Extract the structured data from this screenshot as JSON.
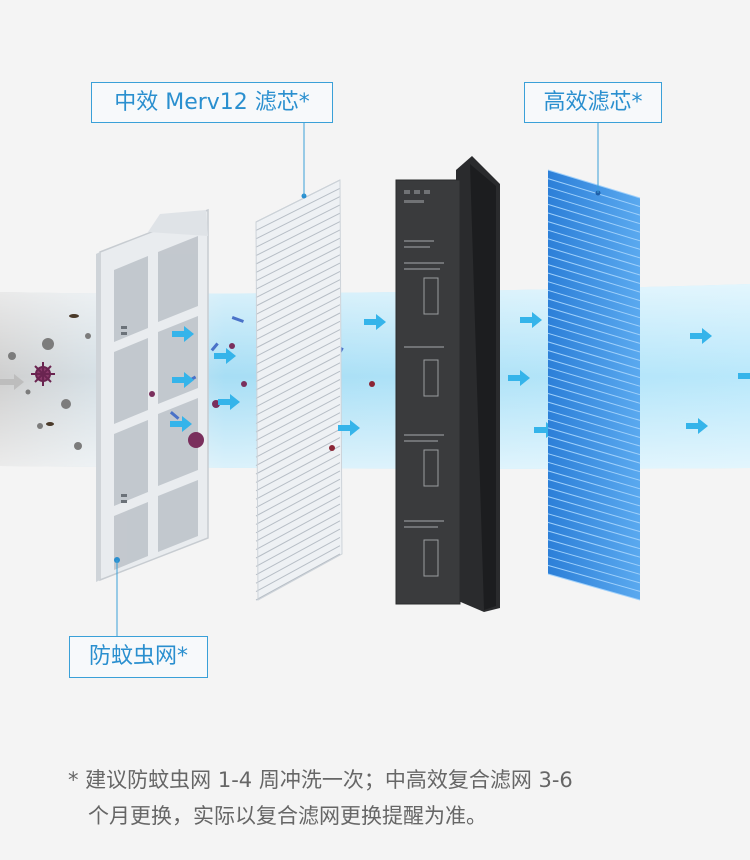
{
  "callouts": {
    "mid_efficiency": "中效 Merv12 滤芯*",
    "high_efficiency": "高效滤芯*",
    "mosquito_net": "防蚊虫网*"
  },
  "carbon_panel": {
    "title": "滤芯更换步骤"
  },
  "footnote": {
    "line1": "* 建议防蚊虫网 1-4 周冲洗一次；中高效复合滤网 3-6",
    "line2": "个月更换，实际以复合滤网更换提醒为准。"
  },
  "colors": {
    "accent": "#2a8fcf",
    "airflow": "#8fd6f4",
    "hepa": "#3b8fe0",
    "carbon": "#3a3b3d"
  },
  "icons": [
    "arrow-right-icon",
    "virus-icon",
    "dust-particle-icon",
    "insect-icon"
  ]
}
